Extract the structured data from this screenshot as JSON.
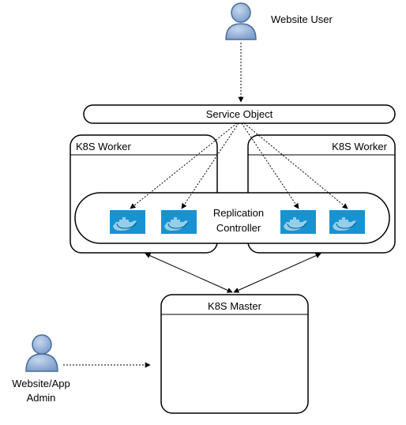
{
  "actors": {
    "website_user": "Website User",
    "admin_line1": "Website/App",
    "admin_line2": "Admin"
  },
  "service": {
    "label": "Service Object"
  },
  "workers": {
    "left_label": "K8S Worker",
    "right_label": "K8S Worker"
  },
  "replication": {
    "line1": "Replication",
    "line2": "Controller"
  },
  "master": {
    "label": "K8S Master"
  },
  "containers": [
    {
      "icon": "docker-icon"
    },
    {
      "icon": "docker-icon"
    },
    {
      "icon": "docker-icon"
    },
    {
      "icon": "docker-icon"
    }
  ],
  "colors": {
    "docker_blue": "#1793d1",
    "person_fill": "#8fb0d8",
    "person_stroke": "#4a6d97",
    "box_stroke": "#000000"
  }
}
